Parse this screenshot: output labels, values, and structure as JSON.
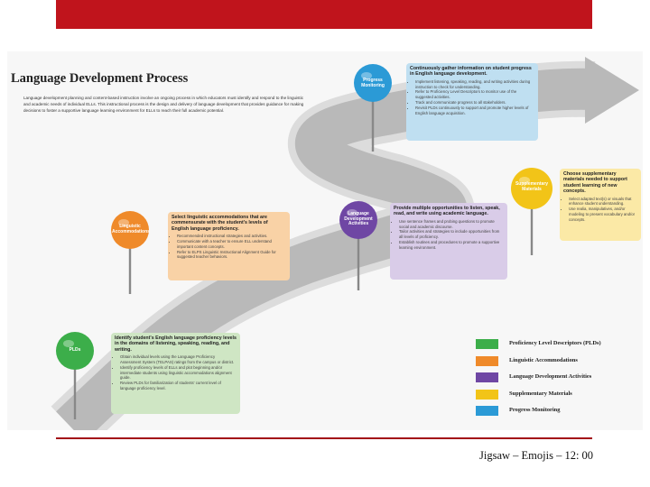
{
  "header": {
    "bar_color": "#c0141c"
  },
  "diagram": {
    "title": "Language Development Process",
    "intro": "Language development planning and content-based instruction involve an ongoing process in which educators must identify and respond to the linguistic and academic needs of individual ELLs. This instructional process is the design and delivery of language development that provides guidance for making decisions to foster a supportive language learning environment for ELLs to reach their full academic potential.",
    "stages": [
      {
        "label": "PLDs",
        "color": "#3cae4a",
        "heading": "Identify student's English language proficiency levels in the domains of listening, speaking, reading, and writing.",
        "bullets": [
          "Obtain individual levels using the Language Proficiency Assessment System (TELPAS) ratings from the campus or district.",
          "Identify proficiency levels of ELLs and plot beginning and/or intermediate students using linguistic accommodations alignment guide.",
          "Review PLDs for familiarization of students' current level of language proficiency level."
        ]
      },
      {
        "label": "Linguistic Accommodations",
        "color": "#ef8a2a",
        "heading": "Select linguistic accommodations that are commensurate with the student's levels of English language proficiency.",
        "bullets": [
          "Recommended instructional strategies and activities.",
          "Communicate with a teacher to ensure ELL understand important content concepts.",
          "Refer to ELPS Linguistic Instructional Alignment Guide for suggested teacher behaviors."
        ]
      },
      {
        "label": "Language Development Activities",
        "color": "#6f47a4",
        "heading": "Provide multiple opportunities to listen, speak, read, and write using academic language.",
        "bullets": [
          "Use sentence frames and probing questions to promote social and academic discourse.",
          "Tailor activities and strategies to include opportunities from all levels of proficiency.",
          "Establish routines and procedures to promote a supportive learning environment."
        ]
      },
      {
        "label": "Supplementary Materials",
        "color": "#f2c418",
        "heading": "Choose supplementary materials needed to support student learning of new concepts.",
        "bullets": [
          "Select adapted text(s) or visuals that enhance student understanding.",
          "Use realia, manipulatives, and/or modeling to present vocabulary and/or concepts."
        ]
      },
      {
        "label": "Progress Monitoring",
        "color": "#2b9ad6",
        "heading": "Continuously gather information on student progress in English language development.",
        "bullets": [
          "Implement listening, speaking, reading, and writing activities during instruction to check for understanding.",
          "Refer to Proficiency Level Descriptors to monitor use of the suggested activities.",
          "Track and communicate progress to all stakeholders.",
          "Revisit PLDs continuously to support and promote higher levels of English language acquisition."
        ]
      }
    ],
    "legend": [
      {
        "label": "Proficiency Level Descriptors (PLDs)",
        "color": "#3cae4a"
      },
      {
        "label": "Linguistic Accommodations",
        "color": "#ef8a2a"
      },
      {
        "label": "Language Development Activities",
        "color": "#6f47a4"
      },
      {
        "label": "Supplementary Materials",
        "color": "#f2c418"
      },
      {
        "label": "Progress Monitoring",
        "color": "#2b9ad6"
      }
    ]
  },
  "footer": {
    "text": "Jigsaw – Emojis – 12: 00"
  }
}
